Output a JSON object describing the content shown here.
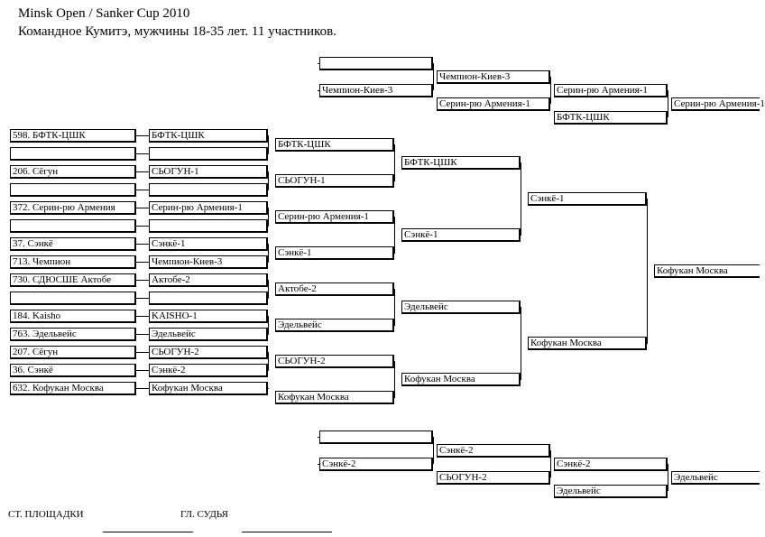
{
  "header": {
    "title": "Minsk Open / Sanker Cup 2010",
    "subtitle": "Командное Кумитэ, мужчины 18-35 лет. 11 участников."
  },
  "entries": [
    "598. БФТК-ЦШК",
    "",
    "206. Сёгун",
    "",
    "372. Серин-рю Армения",
    "",
    "37. Сэнкё",
    "713. Чемпион",
    "730. СДЮСШЕ Актобе",
    "",
    "184. Kaisho",
    "763. Эдельвейс",
    "207. Сёгун",
    "36. Сэнкё",
    "632. Кофукан Москва"
  ],
  "round1": [
    "БФТК-ЦШК",
    "",
    "СЬОГУН-1",
    "",
    "Серин-рю Армения-1",
    "",
    "Сэнкё-1",
    "Чемпион-Киев-3",
    "Актобе-2",
    "",
    "KAISHO-1",
    "Эдельвейс",
    "СЬОГУН-2",
    "Сэнкё-2",
    "Кофукан Москва"
  ],
  "round2": [
    "БФТК-ЦШК",
    "СЬОГУН-1",
    "Серин-рю Армения-1",
    "Сэнкё-1",
    "Актобе-2",
    "Эдельвейс",
    "СЬОГУН-2",
    "Кофукан Москва"
  ],
  "round3": [
    "БФТК-ЦШК",
    "Сэнкё-1",
    "Эдельвейс",
    "Кофукан Москва"
  ],
  "round4": [
    "Сэнкё-1",
    "Кофукан Москва"
  ],
  "final": "Кофукан Москва",
  "repechage_top": {
    "r1": [
      "",
      "Чемпион-Киев-3"
    ],
    "r2": [
      "Чемпион-Киев-3",
      "Серин-рю Армения-1"
    ],
    "r3": [
      "Серин-рю Армения-1",
      "БФТК-ЦШК"
    ],
    "winner": "Серин-рю Армения-1"
  },
  "repechage_bottom": {
    "r1": [
      "",
      "Сэнкё-2"
    ],
    "r2": [
      "Сэнкё-2",
      "СЬОГУН-2"
    ],
    "r3": [
      "Сэнкё-2",
      "Эдельвейс"
    ],
    "winner": "Эдельвейс"
  },
  "footer": {
    "site_referee": "СТ. ПЛОЩАДКИ",
    "chief_judge": "ГЛ. СУДЬЯ"
  }
}
